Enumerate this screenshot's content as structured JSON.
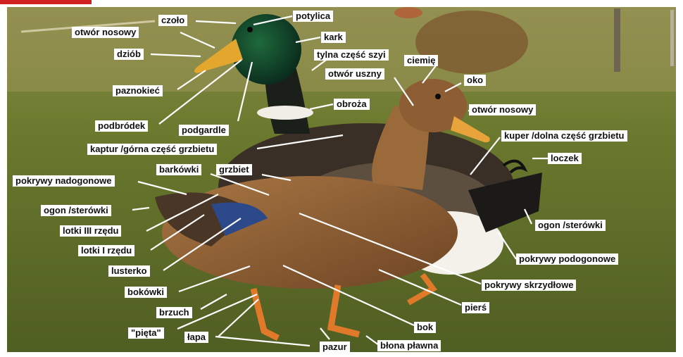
{
  "colors": {
    "grass": "#6f7a2c",
    "drake_head": "#0f3b26",
    "duck_body": "#8a5a30",
    "bill": "#e8a43a",
    "leader_line": "#ffffff",
    "label_bg": "#ffffff",
    "header_accent": "#d21f1f"
  },
  "labels": {
    "czolo": "czoło",
    "potylica": "potylica",
    "otwor_nosowy_drake": "otwór nosowy",
    "kark": "kark",
    "dziob": "dziób",
    "tylna_czesc_szyi": "tylna część szyi",
    "ciemie": "ciemię",
    "otwor_uszny": "otwór uszny",
    "oko": "oko",
    "paznokiec": "paznokieć",
    "obroza": "obroża",
    "otwor_nosowy_duck": "otwór nosowy",
    "podbrodek": "podbródek",
    "podgardle": "podgardle",
    "kuper": "kuper /dolna część grzbietu",
    "kaptur": "kaptur /górna część grzbietu",
    "loczek": "loczek",
    "barkowki": "barkówki",
    "grzbiet": "grzbiet",
    "pokrywy_nadogonowe": "pokrywy nadogonowe",
    "ogon_left": "ogon /sterówki",
    "lotki_iii": "lotki III rzędu",
    "ogon_right": "ogon /sterówki",
    "lotki_i": "lotki I rzędu",
    "lusterko": "lusterko",
    "pokrywy_podogonowe": "pokrywy podogonowe",
    "bokowki": "bokówki",
    "pokrywy_skrzydlowe": "pokrywy skrzydłowe",
    "brzuch": "brzuch",
    "piers": "pierś",
    "pieta": "\"pięta\"",
    "bok": "bok",
    "lapa": "łapa",
    "pazur": "pazur",
    "blona_plawna": "błona pławna"
  }
}
